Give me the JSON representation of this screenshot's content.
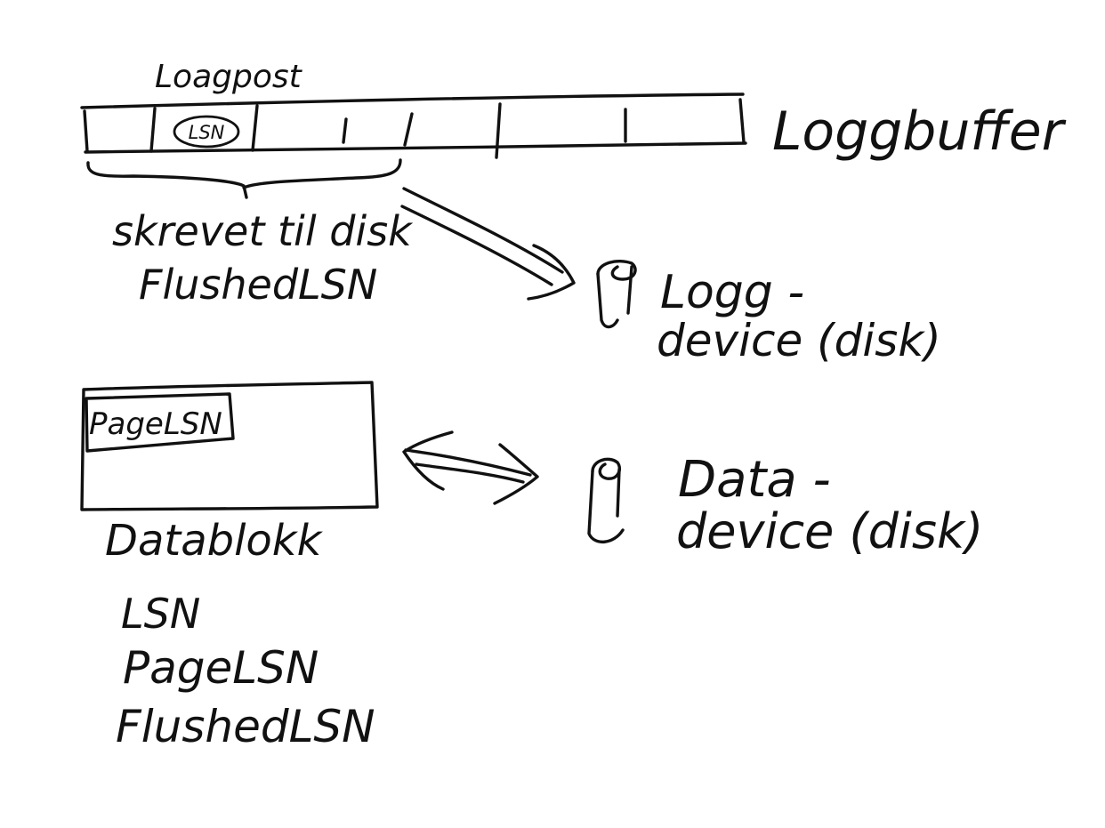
{
  "labels": {
    "log_record": "Loagpost",
    "log_buffer": "Loggbuffer",
    "lsn_marker": "LSN",
    "written_to_disk": "skrevet til disk",
    "flushed_lsn_note": "FlushedLSN",
    "log_device_line1": "Logg -",
    "log_device_line2": "device (disk)",
    "page_lsn_box": "PageLSN",
    "data_block": "Datablokk",
    "data_device_line1": "Data -",
    "data_device_line2": "device (disk)"
  },
  "terms": [
    "LSN",
    "PageLSN",
    "FlushedLSN"
  ],
  "ink_color": "#111111"
}
